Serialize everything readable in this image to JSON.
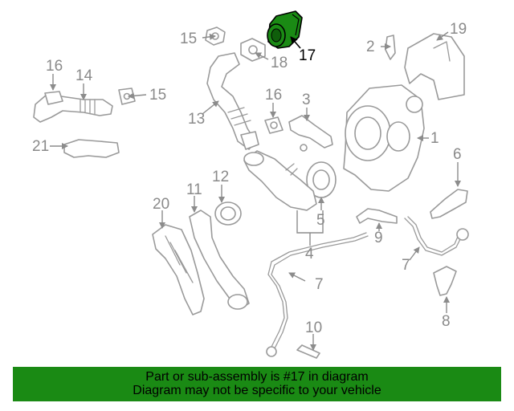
{
  "diagram": {
    "highlight_color": "#1a8a14",
    "highlighted_part": "17",
    "callouts": {
      "c1": "1",
      "c2": "2",
      "c3": "3",
      "c4": "4",
      "c5": "5",
      "c6": "6",
      "c7a": "7",
      "c7b": "7",
      "c8": "8",
      "c9": "9",
      "c10": "10",
      "c11": "11",
      "c12": "12",
      "c13": "13",
      "c14": "14",
      "c15a": "15",
      "c15b": "15",
      "c16a": "16",
      "c16b": "16",
      "c17": "17",
      "c18": "18",
      "c19": "19",
      "c20": "20",
      "c21": "21"
    }
  },
  "banner": {
    "line1": "Part or sub-assembly is #17 in diagram",
    "line2": "Diagram may not be specific to your vehicle"
  }
}
